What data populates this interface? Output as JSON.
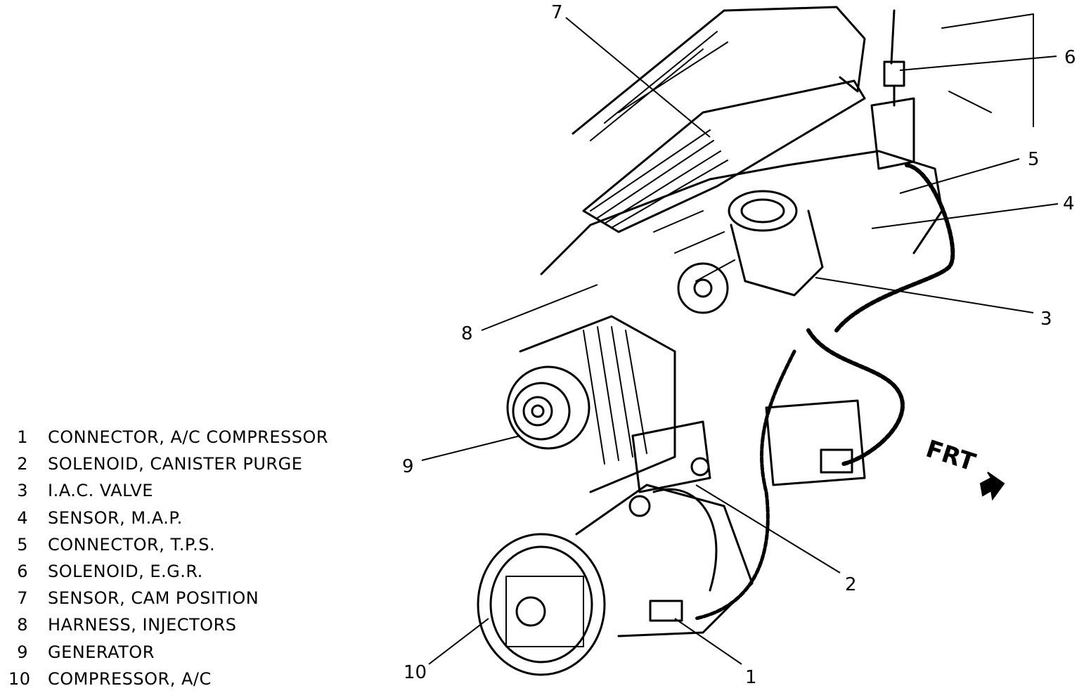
{
  "diagram": {
    "callouts": [
      {
        "num": "1",
        "description": "CONNECTOR, A/C COMPRESSOR"
      },
      {
        "num": "2",
        "description": "SOLENOID, CANISTER PURGE"
      },
      {
        "num": "3",
        "description": "I.A.C. VALVE"
      },
      {
        "num": "4",
        "description": "SENSOR, M.A.P."
      },
      {
        "num": "5",
        "description": "CONNECTOR, T.P.S."
      },
      {
        "num": "6",
        "description": "SOLENOID, E.G.R."
      },
      {
        "num": "7",
        "description": "SENSOR, CAM POSITION"
      },
      {
        "num": "8",
        "description": "HARNESS, INJECTORS"
      },
      {
        "num": "9",
        "description": "GENERATOR"
      },
      {
        "num": "10",
        "description": "COMPRESSOR, A/C"
      }
    ],
    "direction_label": "FRT"
  },
  "colors": {
    "ink": "#000000",
    "paper": "#ffffff"
  }
}
